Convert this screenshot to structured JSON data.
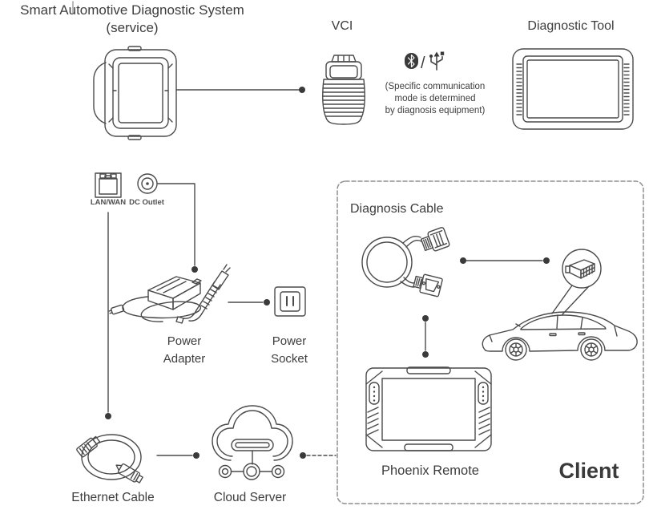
{
  "diagram": {
    "title": "Smart Automotive Diagnostic System",
    "subtitle": "(service)",
    "labels": {
      "vci": "VCI",
      "diagnostic_tool": "Diagnostic Tool",
      "lan_wan": "LAN/WAN",
      "dc_outlet": "DC Outlet",
      "power_adapter": "Power Adapter",
      "power_socket": "Power Socket",
      "ethernet_cable": "Ethernet Cable",
      "cloud_server": "Cloud Server",
      "diagnosis_cable": "Diagnosis Cable",
      "phoenix_remote": "Phoenix Remote",
      "client": "Client"
    },
    "comm_note_lines": [
      "(Specific communication",
      "mode is determined",
      "by diagnosis equipment)"
    ],
    "icons": {
      "bluetooth": "bluetooth-icon",
      "usb": "usb-icon",
      "separator": "/"
    },
    "colors": {
      "line_art": "#4a4a4a",
      "text": "#3d3d3d",
      "dashed_box": "#8f8f8f",
      "background": "#ffffff"
    }
  }
}
